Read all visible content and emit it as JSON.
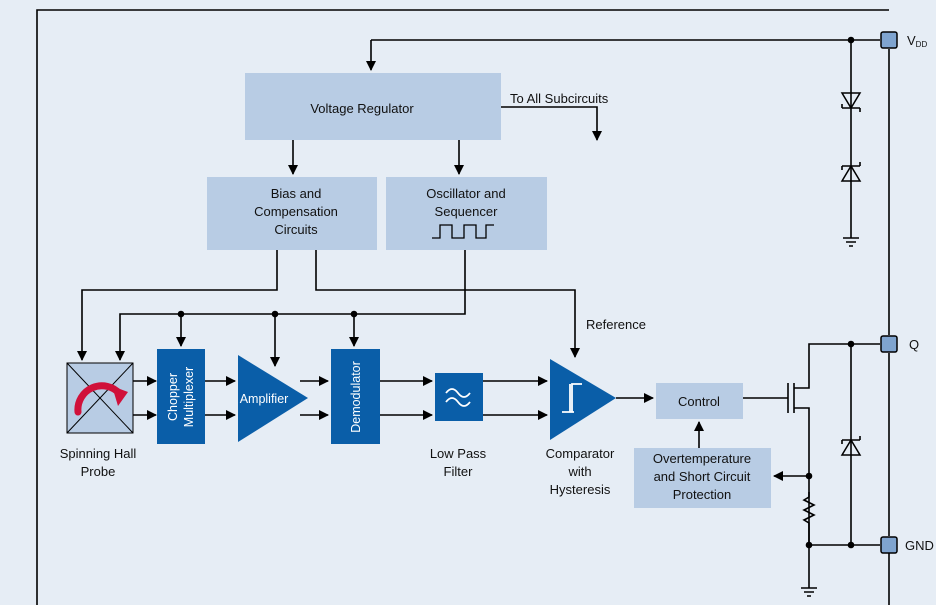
{
  "blocks": {
    "voltage_regulator": "Voltage Regulator",
    "to_all_subcircuits": "To All Subcircuits",
    "bias_line1": "Bias and",
    "bias_line2": "Compensation",
    "bias_line3": "Circuits",
    "osc_line1": "Oscillator and",
    "osc_line2": "Sequencer",
    "chopper_line1": "Chopper",
    "chopper_line2": "Multiplexer",
    "amplifier": "Amplifier",
    "demodulator": "Demodulator",
    "lpf_line1": "Low Pass",
    "lpf_line2": "Filter",
    "comp_line1": "Comparator",
    "comp_line2": "with",
    "comp_line3": "Hysteresis",
    "control": "Control",
    "ot_line1": "Overtemperature",
    "ot_line2": "and Short Circuit",
    "ot_line3": "Protection",
    "hall_line1": "Spinning Hall",
    "hall_line2": "Probe",
    "reference": "Reference"
  },
  "pins": {
    "vdd_main": "V",
    "vdd_sub": "DD",
    "q": "Q",
    "gnd": "GND"
  },
  "colors": {
    "background": "#e6edf5",
    "light_block": "#b8cce4",
    "dark_block": "#0a5ea8",
    "hall_arrow": "#d0103a"
  }
}
